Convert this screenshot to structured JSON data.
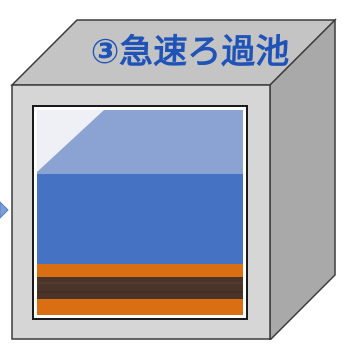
{
  "title": "③急速ろ過池",
  "colors": {
    "box_front": "#d6d6d6",
    "box_top": "#c4c4c4",
    "box_side": "#a9a9a9",
    "outline": "#3a3a3a",
    "water_upper": "#8aa3d2",
    "water_lower": "#4672c4",
    "sand": "#d96f12",
    "anthracite": "#4a3328",
    "title_text": "#1f53b8",
    "arrow": "#7a9fd6"
  },
  "layers": [
    {
      "name": "water-upper-layer",
      "color": "#8aa3d2"
    },
    {
      "name": "water-lower-layer",
      "color": "#4672c4"
    },
    {
      "name": "sand-layer-top",
      "color": "#d96f12"
    },
    {
      "name": "anthracite-layer",
      "color": "#4a3328"
    },
    {
      "name": "sand-layer-bottom",
      "color": "#d96f12"
    }
  ]
}
